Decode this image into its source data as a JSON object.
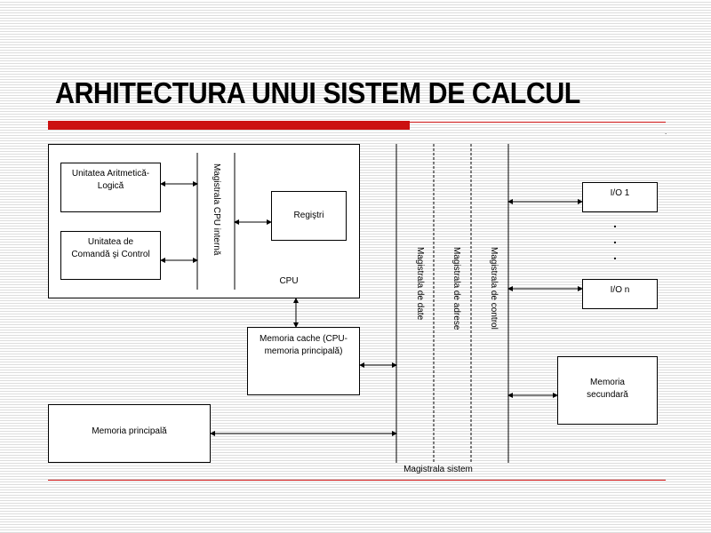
{
  "slide": {
    "title": "ARHITECTURA UNUI SISTEM DE CALCUL",
    "accent_color": "#cc1111"
  },
  "diagram": {
    "alu": "Unitatea Aritmetică-\nLogică",
    "control_unit": "Unitatea de\nComandă şi Control",
    "cpu_internal_bus": "Magistrala CPU internă",
    "registers": "Regiştri",
    "cpu": "CPU",
    "cache": "Memoria cache (CPU-\nmemoria principală)",
    "main_memory": "Memoria principală",
    "data_bus": "Magistrala de date",
    "address_bus": "Magistrala de adrese",
    "control_bus": "Magistrala de control",
    "system_bus": "Magistrala sistem",
    "io_1": "I/O 1",
    "io_n": "I/O n",
    "ellipsis_dots": ".\n.\n.",
    "secondary_memory": "Memoria\nsecundară"
  }
}
